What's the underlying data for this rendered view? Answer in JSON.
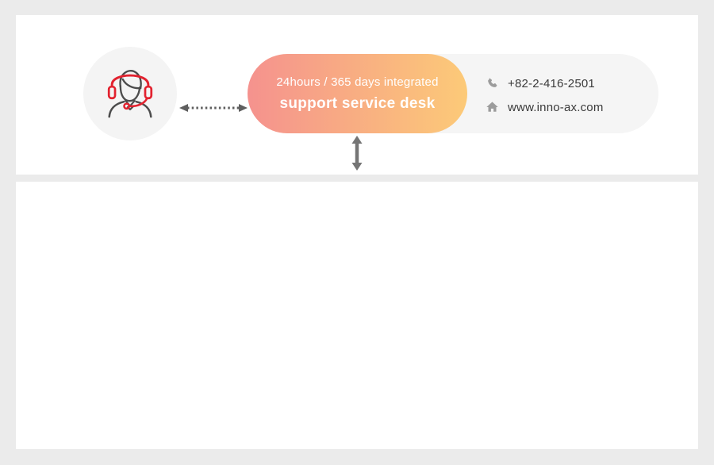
{
  "page": {
    "background_color": "#ebebeb",
    "card_color": "#ffffff"
  },
  "support_banner": {
    "agent_icon_name": "support-agent-headset-icon",
    "agent_icon_accent_color": "#e2222f",
    "agent_icon_line_color": "#4c4c4c",
    "pill": {
      "line1": "24hours / 365 days integrated",
      "line2": "support service desk",
      "gradient_start": "#f5928e",
      "gradient_end": "#fcca78",
      "text_color": "#ffffff"
    },
    "contact": {
      "phone": "+82-2-416-2501",
      "website": "www.inno-ax.com",
      "icon_color": "#9c9c9c",
      "text_color": "#3b3b3b",
      "background": "#f5f5f5"
    },
    "arrows": {
      "horizontal_style": "dotted double-headed",
      "vertical_style": "solid double-headed",
      "color": "#6e6e6e"
    }
  }
}
